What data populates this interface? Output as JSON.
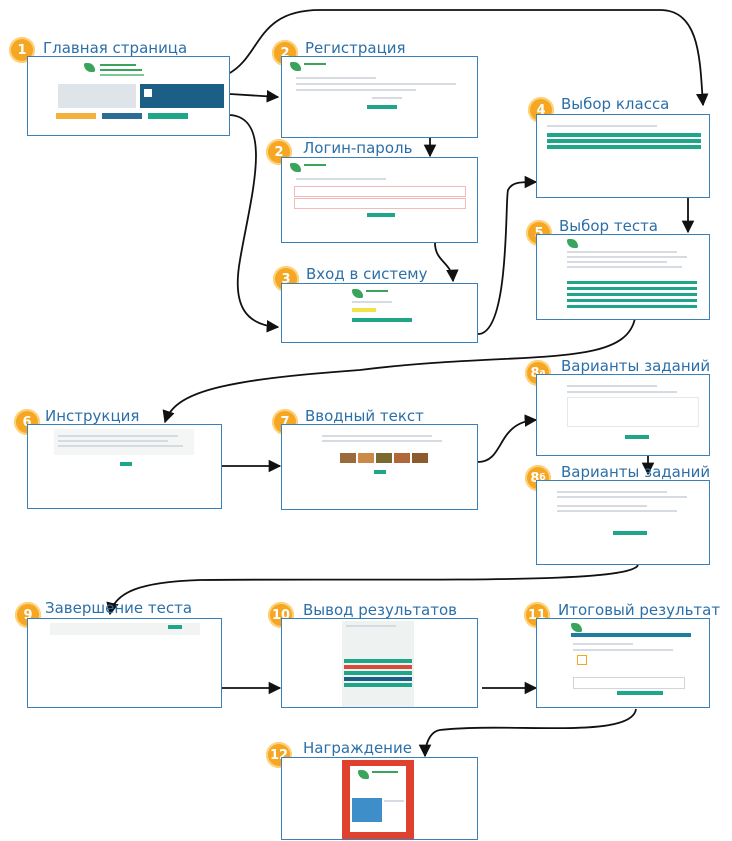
{
  "steps": [
    {
      "badge": "1",
      "title": "Главная страница"
    },
    {
      "badge": "2",
      "title": "Регистрация"
    },
    {
      "badge": "2",
      "title": "Логин-пароль"
    },
    {
      "badge": "3",
      "title": "Вход в систему"
    },
    {
      "badge": "4",
      "title": "Выбор класса"
    },
    {
      "badge": "5",
      "title": "Выбор теста"
    },
    {
      "badge": "6",
      "title": "Инструкция"
    },
    {
      "badge": "7",
      "title": "Вводный текст"
    },
    {
      "badge": "8",
      "badge_sub": "a",
      "title": "Варианты заданий"
    },
    {
      "badge": "8",
      "badge_sub": "б",
      "title": "Варианты заданий"
    },
    {
      "badge": "9",
      "title": "Завершение теста"
    },
    {
      "badge": "10",
      "title": "Вывод результатов"
    },
    {
      "badge": "11",
      "title": "Итоговый результат"
    },
    {
      "badge": "12",
      "title": "Награждение"
    }
  ],
  "colors": {
    "accent": "#2b6fa8",
    "border": "#3a7fb8",
    "badge": "#f5a623",
    "green": "#1fa588",
    "arrow": "#111111"
  }
}
